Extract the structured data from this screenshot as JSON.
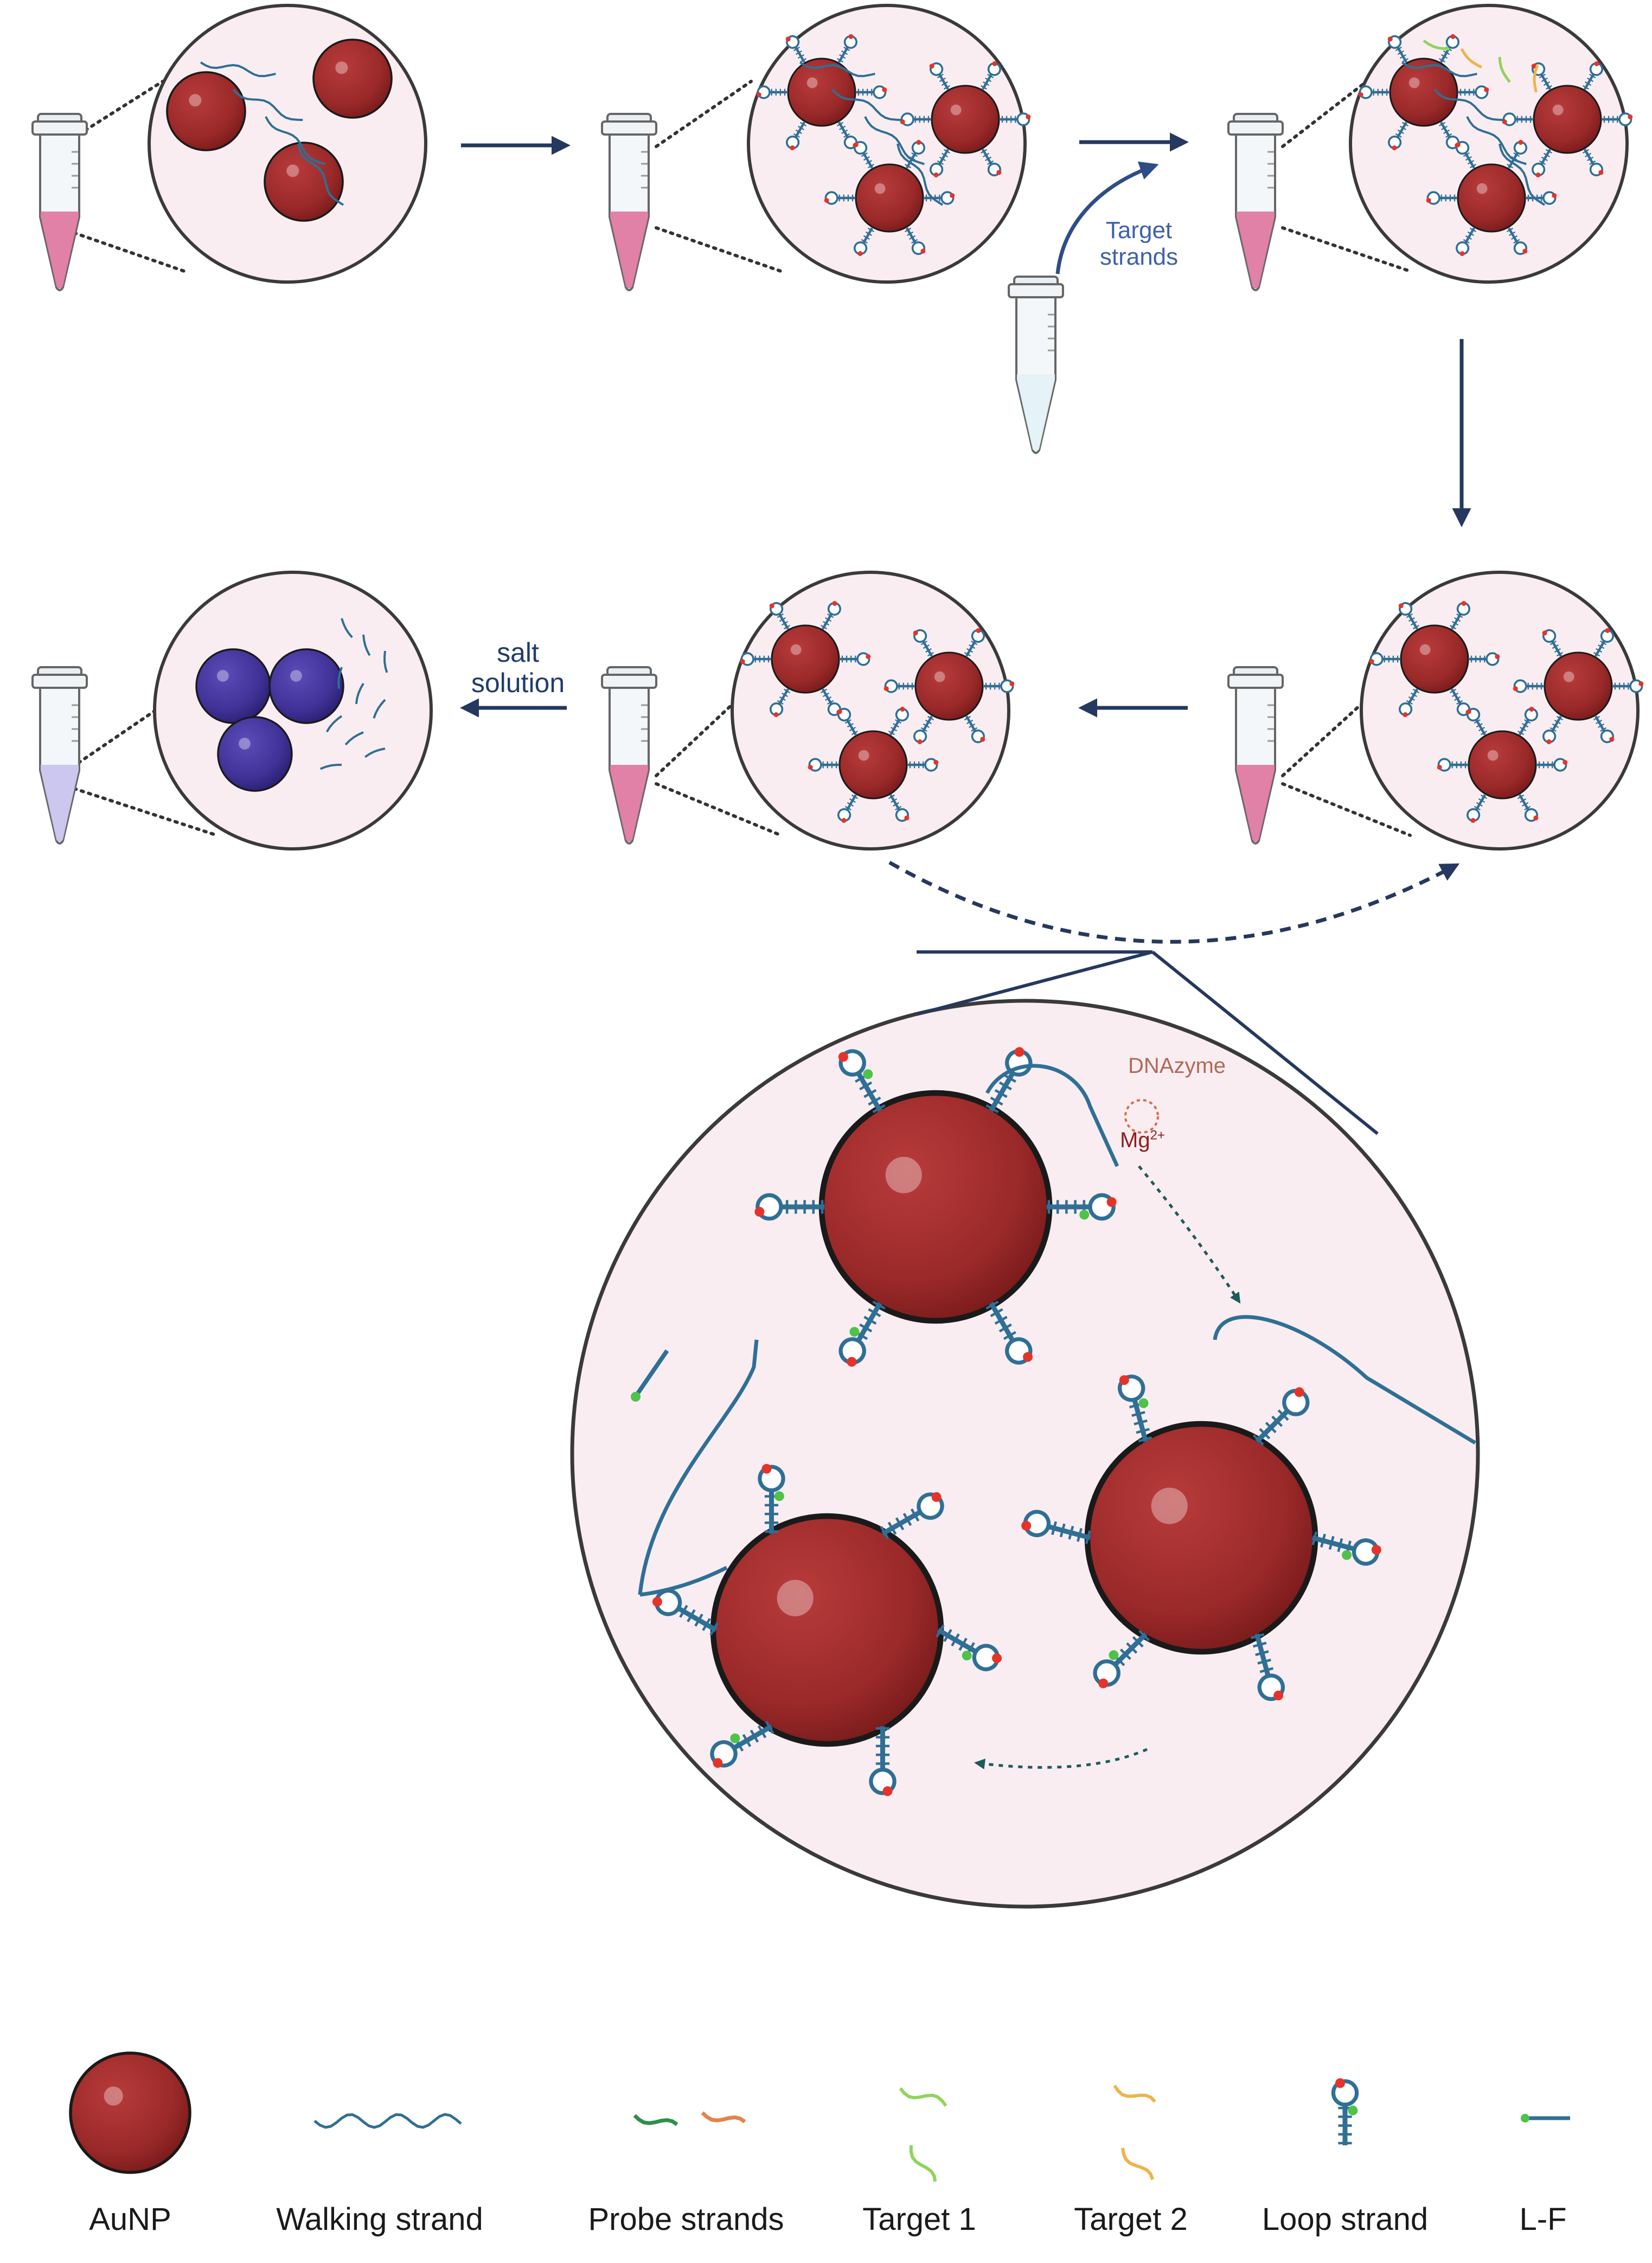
{
  "labels": {
    "target_strands": "Target\nstrands",
    "salt_solution": "salt\nsolution",
    "dnazyme": "DNAzyme",
    "mg_base": "Mg",
    "mg_sup": "2+"
  },
  "legend": [
    {
      "label": "AuNP",
      "icon": "aunp-icon"
    },
    {
      "label": "Walking strand",
      "icon": "walking-strand-icon"
    },
    {
      "label": "Probe strands",
      "icon": "probe-strands-icon"
    },
    {
      "label": "Target 1",
      "icon": "target1-icon"
    },
    {
      "label": "Target 2",
      "icon": "target2-icon"
    },
    {
      "label": "Loop strand",
      "icon": "loop-strand-icon"
    },
    {
      "label": "L-F",
      "icon": "lf-icon"
    }
  ],
  "colors": {
    "aunp": "#9c2a2a",
    "aunp_dark": "#6e1717",
    "aggregated": "#3d2f8f",
    "solution_pink": "#e07aa3",
    "solution_lavender": "#c9c4ee",
    "strand": "#2f6f96",
    "arrow": "#25385f",
    "panel_bg": "#f9edf1",
    "green": "#4fc24a",
    "red": "#e6332a",
    "target1": "#8fd45c",
    "target2": "#efb24a",
    "probe_orange": "#e4834a"
  }
}
